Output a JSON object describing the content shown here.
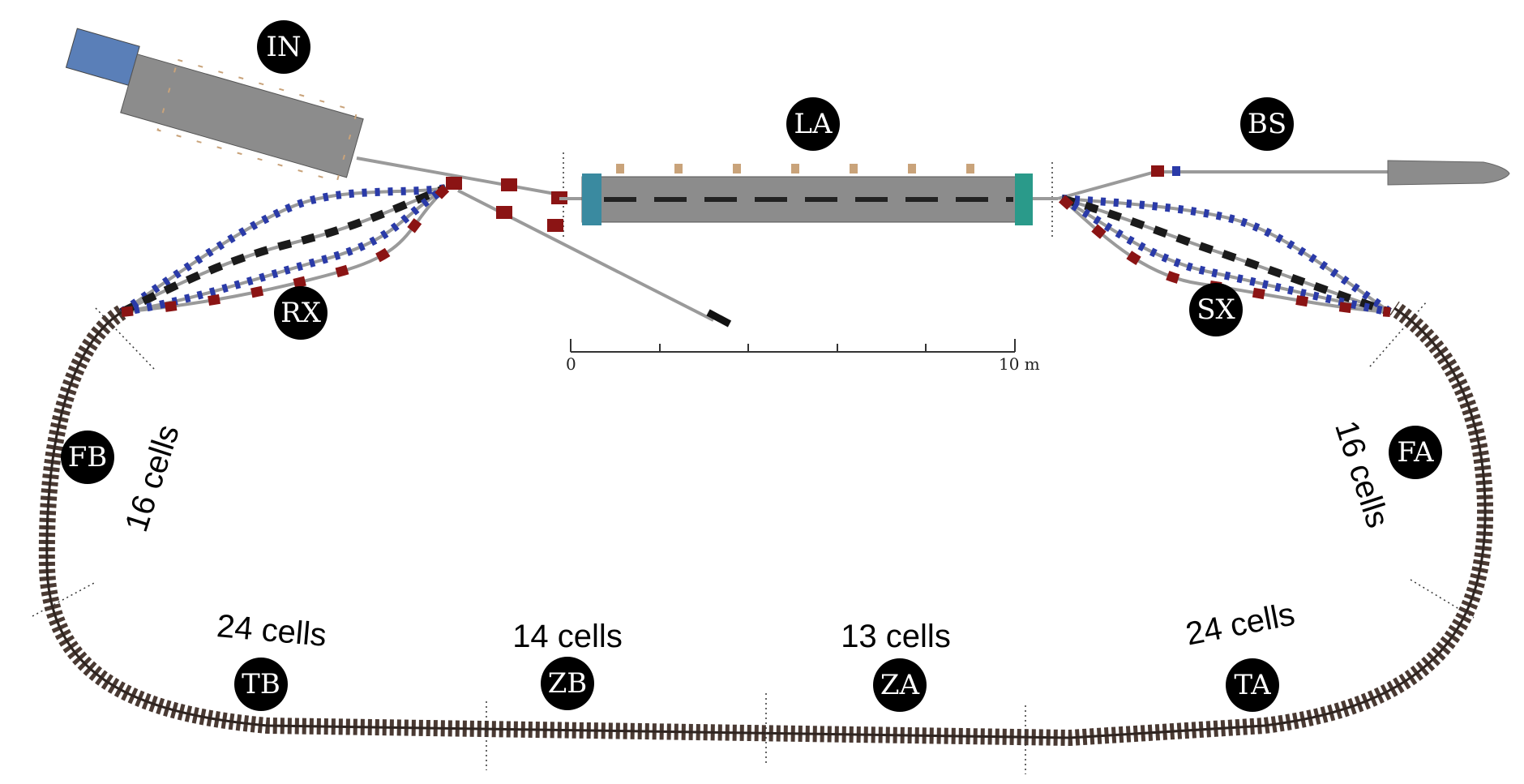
{
  "sections": {
    "in": "IN",
    "la": "LA",
    "bs": "BS",
    "rx": "RX",
    "sx": "SX",
    "fb": "FB",
    "fa": "FA",
    "tb": "TB",
    "zb": "ZB",
    "za": "ZA",
    "ta": "TA"
  },
  "cell_counts": {
    "fb": "16 cells",
    "fa": "16 cells",
    "tb": "24 cells",
    "zb": "14 cells",
    "za": "13 cells",
    "ta": "24 cells"
  },
  "scale_bar": {
    "start_label": "0",
    "end_label": "10 m"
  },
  "colors": {
    "badge": "#000000",
    "dipole": "#8b1414",
    "quad_blue": "#2a3aa8",
    "quad_black": "#1a1a1a",
    "beamline": "#9a9a9a",
    "ring_magnet": "#4a3a33",
    "linac_body": "#8c8c8c"
  }
}
